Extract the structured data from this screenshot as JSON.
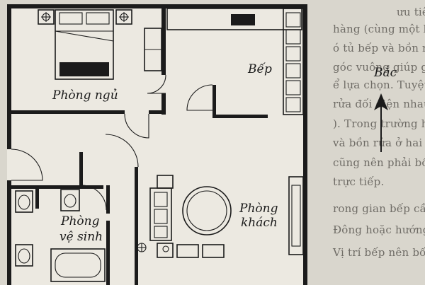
{
  "rooms": {
    "bedroom": "Phòng ngủ",
    "kitchen": "Bếp",
    "living_line1": "Phòng",
    "living_line2": "khách",
    "bath_line1": "Phòng",
    "bath_line2": "vệ sinh"
  },
  "compass": {
    "north": "Bắc"
  },
  "background_text": [
    "ưu tiên lựa chọn bếp và bồn rửa ở hai b",
    "hàng (cùng một bên vách tường bếp). Ph",
    "ó tủ bếp và bồn rửa vuông góc với nhau (c",
    "góc vuông giúp giao nhau của tường bếp) l",
    "ể lựa chọn. Tuyệt đối không được bố trí bế",
    "rửa đối diện nhau (ở hai vách tường bếp đối",
    "). Trong trường hợp bất khả kháng phải b",
    "và bồn rửa ở hai vách tường bếp đối diện",
    "cũng nên phải bố trí vị trí lệch nhau tránh",
    "trực tiếp.",
    "rong gian bếp cần ưu tiên tủ bếp và ở h",
    "Đông hoặc hướng Nam, hướng Tây cũng",
    "Vị trí bếp nên bố trí ở hướng Nam và Đông"
  ]
}
